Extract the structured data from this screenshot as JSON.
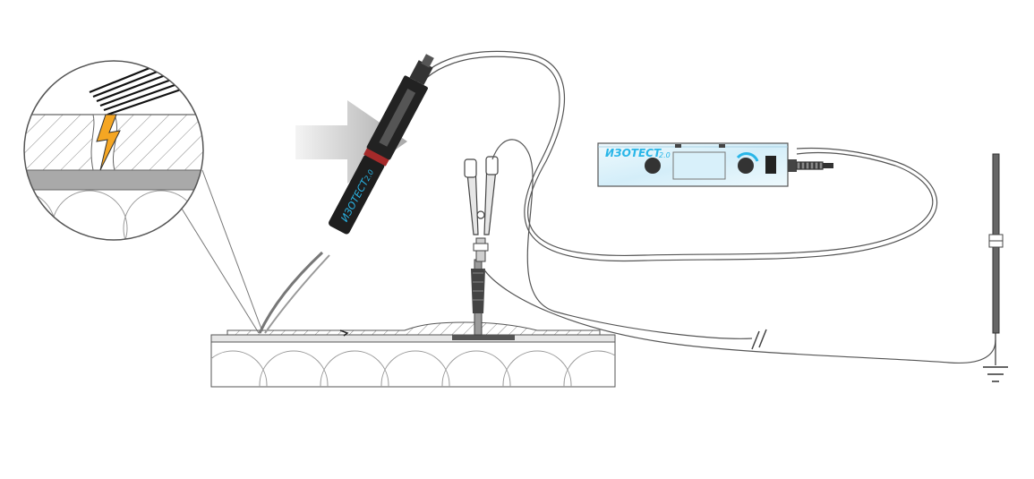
{
  "device": {
    "brand": "ИЗОТЕСТ",
    "version": "2.0"
  },
  "probe": {
    "brand": "ИЗОТЕСТ",
    "version": "2.0"
  },
  "colors": {
    "accent": "#29b6e8",
    "device_body": "#e3f4fb",
    "spark": "#f5a623",
    "probe_body": "#1e1e1e",
    "probe_ring": "#c0392b",
    "arrow": "#bdbdbd",
    "coating_stroke": "#666666",
    "outline": "#333333"
  },
  "icons": {
    "spark": "lightning-bolt-icon",
    "ground": "ground-symbol-icon"
  }
}
